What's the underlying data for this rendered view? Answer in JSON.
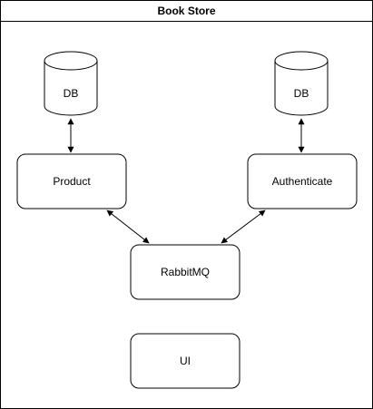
{
  "frame": {
    "title": "Book Store"
  },
  "nodes": {
    "db_left": {
      "label": "DB"
    },
    "db_right": {
      "label": "DB"
    },
    "product": {
      "label": "Product"
    },
    "authenticate": {
      "label": "Authenticate"
    },
    "rabbitmq": {
      "label": "RabbitMQ"
    },
    "ui": {
      "label": "UI"
    }
  },
  "connections": [
    {
      "from": "db_left",
      "to": "product",
      "style": "bidirectional-arrow"
    },
    {
      "from": "db_right",
      "to": "authenticate",
      "style": "bidirectional-arrow"
    },
    {
      "from": "product",
      "to": "rabbitmq",
      "style": "bidirectional-arrow"
    },
    {
      "from": "authenticate",
      "to": "rabbitmq",
      "style": "bidirectional-arrow"
    }
  ],
  "colors": {
    "stroke": "#000000",
    "fill": "#ffffff"
  }
}
